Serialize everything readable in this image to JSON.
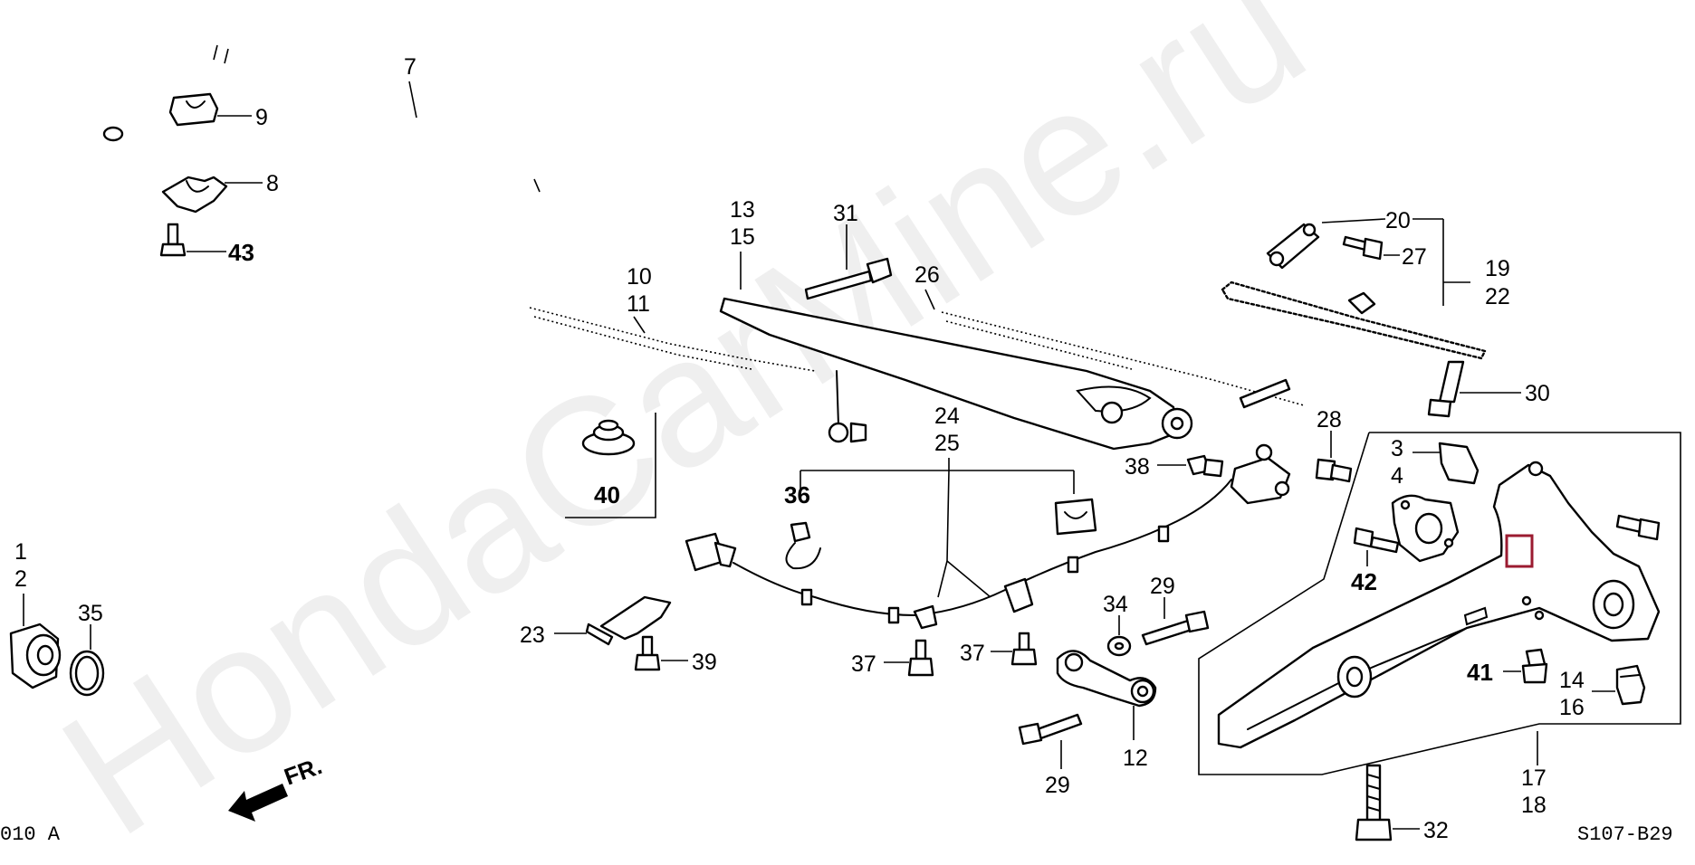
{
  "watermark": "HondaCarMine.ru",
  "diagram_code": "S107-B29",
  "figure_code": "010 A",
  "direction_label": "FR.",
  "callouts": {
    "c1": "1",
    "c2": "2",
    "c3": "3",
    "c4": "4",
    "c7": "7",
    "c8": "8",
    "c9": "9",
    "c10": "10",
    "c11": "11",
    "c12": "12",
    "c13": "13",
    "c14": "14",
    "c15": "15",
    "c16": "16",
    "c17": "17",
    "c18": "18",
    "c19": "19",
    "c20": "20",
    "c22": "22",
    "c23": "23",
    "c24": "24",
    "c25": "25",
    "c26": "26",
    "c27": "27",
    "c28": "28",
    "c29a": "29",
    "c29b": "29",
    "c30": "30",
    "c31": "31",
    "c32": "32",
    "c34": "34",
    "c35": "35",
    "c36": "36",
    "c37a": "37",
    "c37b": "37",
    "c38": "38",
    "c39": "39",
    "c40": "40",
    "c41": "41",
    "c42": "42",
    "c43": "43"
  },
  "highlight_color": "#9b1b30"
}
